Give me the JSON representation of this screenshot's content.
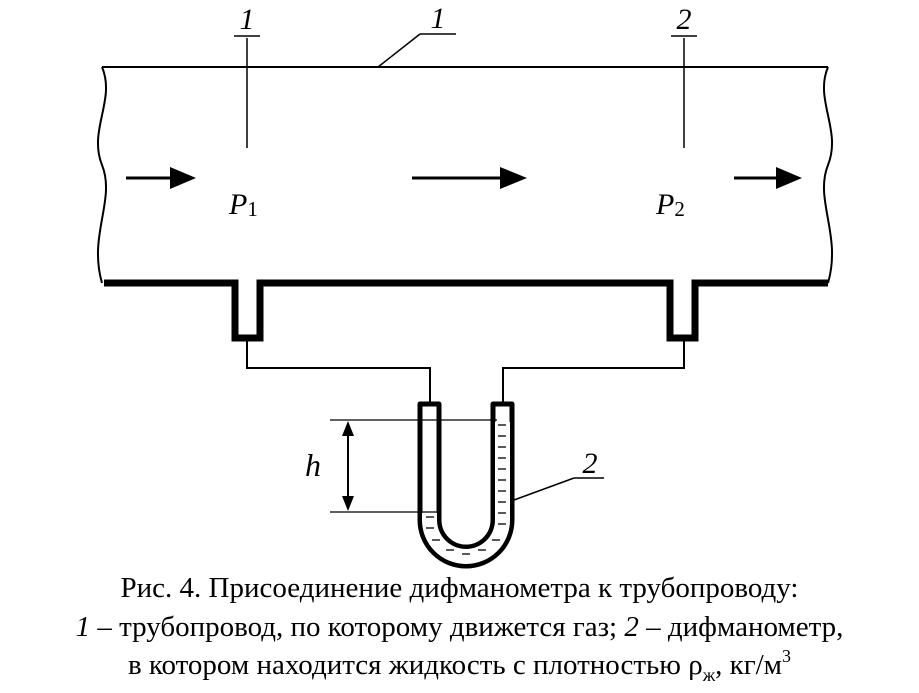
{
  "diagram": {
    "callout_1_left": "1",
    "callout_1_top": "1",
    "callout_2_top": "2",
    "callout_2_manometer": "2",
    "p1_symbol": "P",
    "p1_sub": "1",
    "p2_symbol": "P",
    "p2_sub": "2",
    "height_label": "h"
  },
  "caption": {
    "line1": "Рис. 4. Присоединение дифманометра к трубопроводу:",
    "line2_num1": "1",
    "line2_text1": " – трубопровод, по которому движется газ; ",
    "line2_num2": "2",
    "line2_text2": " – дифманометр,",
    "line3_text": "в котором находится жидкость с плотностью ρ",
    "line3_sub": "ж",
    "line3_unit": ", кг/м",
    "line3_sup": "3"
  }
}
